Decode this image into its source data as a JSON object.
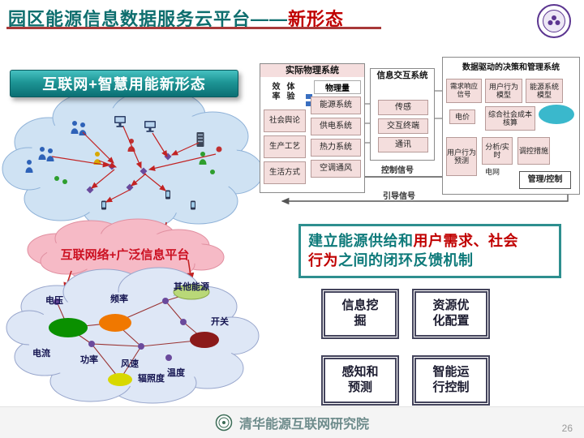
{
  "header": {
    "title": "园区能源信息数据服务云平台——",
    "highlight": "新形态"
  },
  "banner": {
    "label": "互联网+智慧用能新形态"
  },
  "clouds": {
    "internet_label": "互联网络+广泛信息平台",
    "sensors": [
      "电压",
      "频率",
      "其他能源",
      "开关",
      "电流",
      "功率",
      "风速",
      "辐照度",
      "温度"
    ]
  },
  "panels": {
    "physical": {
      "title": "实际物理系统",
      "vertical": [
        "效率",
        "体验"
      ],
      "social_boxes": [
        "社会舆论",
        "生产工艺",
        "生活方式"
      ],
      "quantity": "物理量",
      "system_boxes": [
        "能源系统",
        "供电系统",
        "热力系统",
        "空调通风"
      ]
    },
    "interaction": {
      "title": "信息交互系统",
      "boxes": [
        "传感",
        "交互终端",
        "通讯"
      ]
    },
    "decision": {
      "title": "数据驱动的决策和管理系统",
      "demand": "需求响应信号",
      "price": "电价",
      "user_model": "用户行为模型",
      "energy_model": "能源系统模型",
      "cost": "综合社会成本核算",
      "predict": "用户行为预测",
      "analysis": "分析/实时",
      "grid": "电网",
      "measures": "调控措施",
      "manage": "管理/控制"
    }
  },
  "signals": {
    "control": "控制信号",
    "guide": "引导信号"
  },
  "feedback": {
    "part1": "建立能源供给和",
    "part2": "用户需求、社会",
    "part3": "行为",
    "part4": "之间的闭环反馈机制"
  },
  "capabilities": [
    "信息挖掘",
    "资源优化配置",
    "感知和预测",
    "智能运行控制"
  ],
  "footer": {
    "org": "清华能源互联网研究院",
    "page": "26"
  },
  "colors": {
    "title_teal": "#0e6e6e",
    "highlight_red": "#c00000",
    "banner_teal": "#0b6f74",
    "accent_cyan": "#3ab8cc"
  }
}
